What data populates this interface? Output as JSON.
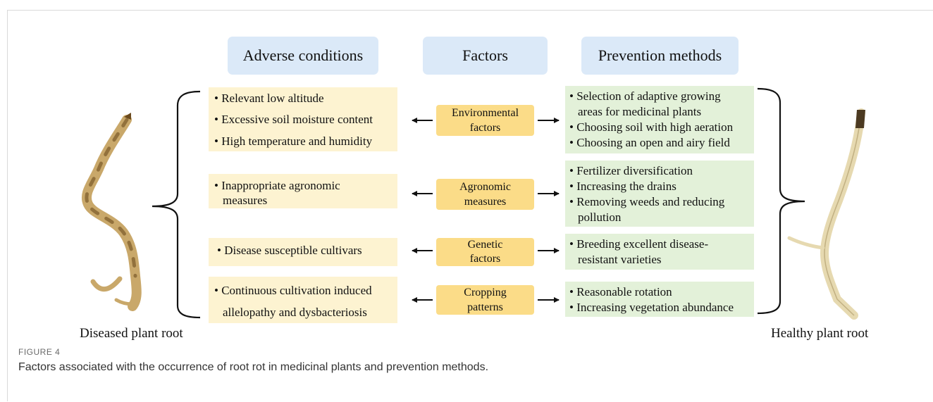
{
  "headers": {
    "adverse": "Adverse conditions",
    "factors": "Factors",
    "prevention": "Prevention methods"
  },
  "rows": [
    {
      "adverse": [
        "• Relevant low altitude",
        "• Excessive soil moisture content",
        "• High temperature and humidity"
      ],
      "factor": [
        "Environmental",
        "factors"
      ],
      "prevention": [
        "• Selection of adaptive growing",
        "areas for medicinal plants",
        "• Choosing soil with high aeration",
        "• Choosing an open and airy field"
      ]
    },
    {
      "adverse": [
        "• Inappropriate agronomic",
        "measures"
      ],
      "factor": [
        "Agronomic",
        "measures"
      ],
      "prevention": [
        "• Fertilizer diversification",
        "• Increasing the drains",
        "• Removing weeds and reducing",
        "pollution"
      ]
    },
    {
      "adverse": [
        "• Disease susceptible cultivars"
      ],
      "factor": [
        "Genetic",
        "factors"
      ],
      "prevention": [
        "• Breeding excellent disease-",
        "resistant varieties"
      ]
    },
    {
      "adverse": [
        "• Continuous cultivation induced",
        "allelopathy and dysbacteriosis"
      ],
      "factor": [
        "Cropping",
        "patterns"
      ],
      "prevention": [
        "• Reasonable rotation",
        "• Increasing vegetation abundance"
      ]
    }
  ],
  "labels": {
    "diseased": "Diseased plant root",
    "healthy": "Healthy plant root"
  },
  "caption": {
    "label": "FIGURE 4",
    "text": "Factors associated with the occurrence of root rot in medicinal plants and prevention methods."
  },
  "colors": {
    "header_bg": "#dbe9f8",
    "adverse_bg": "#fdf3d1",
    "factor_bg": "#fbdc88",
    "prevention_bg": "#e3f1d9"
  }
}
